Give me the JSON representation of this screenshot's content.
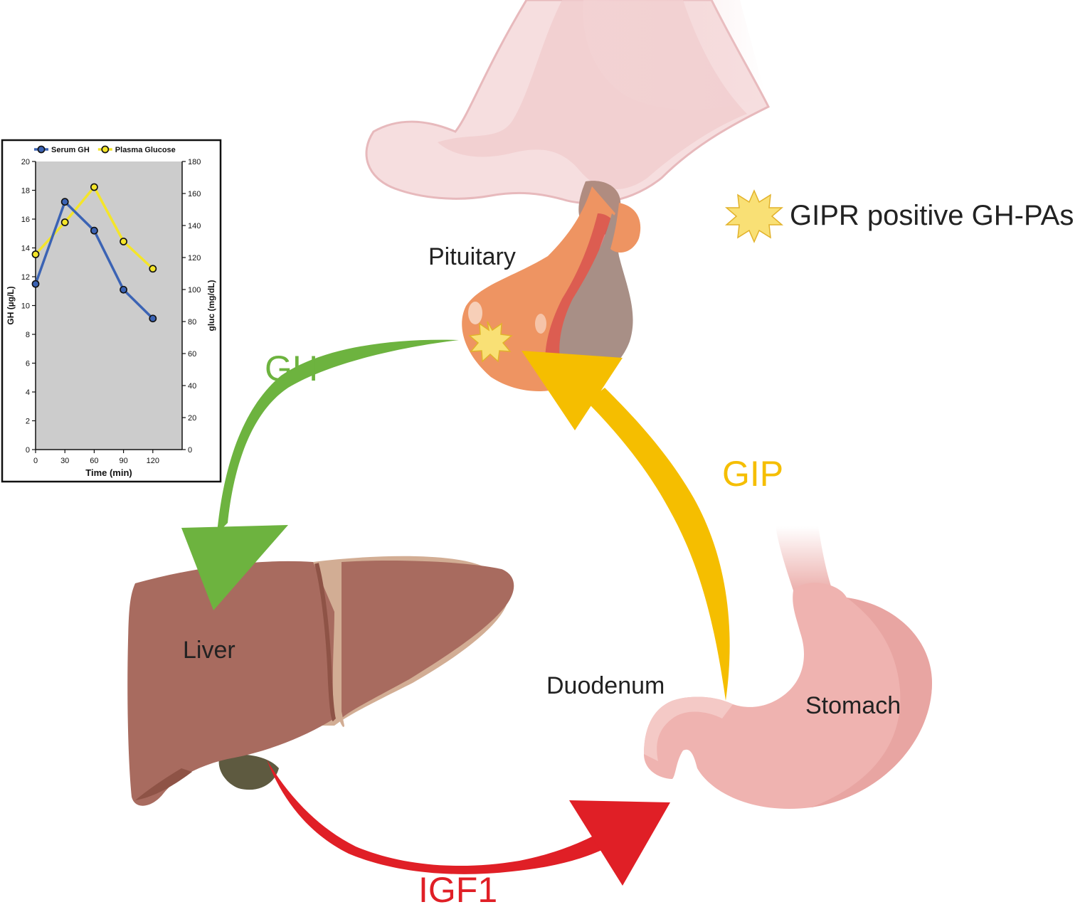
{
  "colors": {
    "gh_arrow": "#6DB33F",
    "gip_arrow": "#F5BE00",
    "igf1_arrow": "#E01F26",
    "serum_gh": "#3B63B4",
    "plasma_glucose": "#F4E52A",
    "liver": "#A86B5F",
    "stomach": "#EFB3B0",
    "pituitary_anterior": "#EE9462",
    "pituitary_posterior": "#A88F86",
    "brain": "#F6DDDE",
    "chart_background": "#CCCCCC"
  },
  "labels": {
    "pituitary": "Pituitary",
    "liver": "Liver",
    "duodenum": "Duodenum",
    "stomach": "Stomach",
    "gh": "GH",
    "gip": "GIP",
    "igf1": "IGF1"
  },
  "legend": {
    "icon": "starburst-icon",
    "text": "GIPR positive GH-PAs"
  },
  "chart_data": {
    "type": "line",
    "x": [
      0,
      30,
      60,
      90,
      120
    ],
    "xlim": [
      0,
      150
    ],
    "xticks": [
      "0",
      "30",
      "60",
      "90",
      "120"
    ],
    "xlabel": "Time (min)",
    "ylabel": "GH (µg/L)",
    "ylim": [
      0,
      20
    ],
    "yticks": [
      "0",
      "2",
      "4",
      "6",
      "8",
      "10",
      "12",
      "14",
      "16",
      "18",
      "20"
    ],
    "y2label": "gluc (mg/dL)",
    "y2lim": [
      0,
      180
    ],
    "y2ticks": [
      "0",
      "20",
      "40",
      "60",
      "80",
      "100",
      "120",
      "140",
      "160",
      "180"
    ],
    "legend_position": "top",
    "grid": false,
    "series": [
      {
        "name": "Serum GH",
        "axis": "left",
        "color": "#3B63B4",
        "values": [
          11.5,
          17.2,
          15.2,
          11.1,
          9.1
        ]
      },
      {
        "name": "Plasma Glucose",
        "axis": "right",
        "color": "#F4E52A",
        "values": [
          122,
          142,
          164,
          130,
          113
        ]
      }
    ]
  }
}
